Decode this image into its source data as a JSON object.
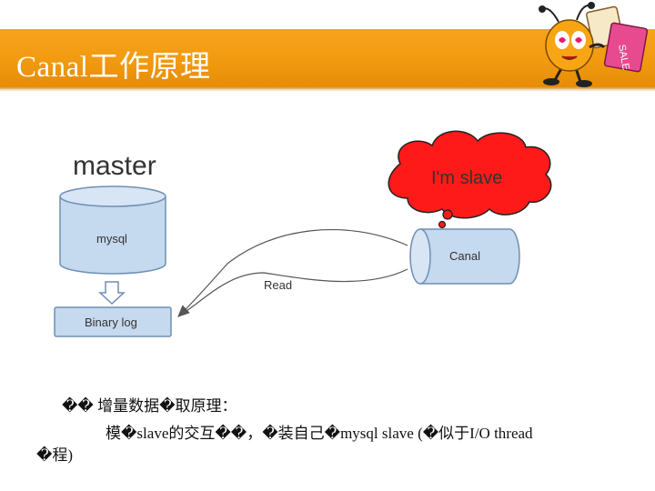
{
  "slide": {
    "title": "Canal工作原理"
  },
  "diagram": {
    "master_label": "master",
    "db_label": "mysql",
    "binlog_label": "Binary log",
    "cloud_text": "I'm slave",
    "canal_label": "Canal",
    "arrow_label": "Read"
  },
  "body_text": {
    "line1": "�� 增量数据�取原理：",
    "line2": "模�slave的交互��，�装自己�mysql slave (�似于I/O thread",
    "line3": "�程)"
  },
  "colors": {
    "title_bar": "#f19a10",
    "cylinder_fill": "#c5d9ef",
    "cylinder_stroke": "#6f8fb3",
    "cloud_fill": "#ff1a1a",
    "cloud_text": "#333333"
  }
}
